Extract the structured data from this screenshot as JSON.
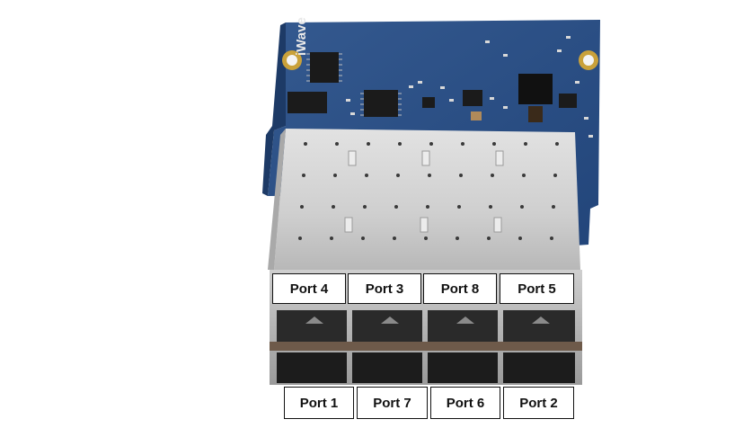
{
  "board": {
    "logo_text": "iWave",
    "colors": {
      "pcb": "#2c4f86",
      "cage": "#c9c9c9",
      "label_border": "#111111"
    }
  },
  "ports": {
    "top_row": [
      {
        "label": "Port 4"
      },
      {
        "label": "Port 3"
      },
      {
        "label": "Port 8"
      },
      {
        "label": "Port 5"
      }
    ],
    "bottom_row": [
      {
        "label": "Port 1"
      },
      {
        "label": "Port 7"
      },
      {
        "label": "Port 6"
      },
      {
        "label": "Port 2"
      }
    ]
  }
}
